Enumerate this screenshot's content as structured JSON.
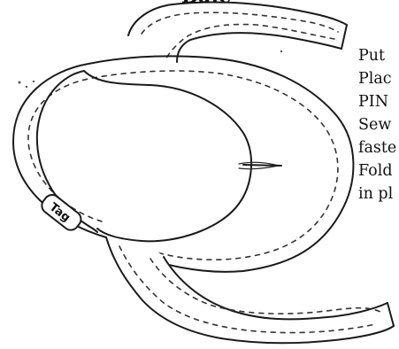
{
  "header_fragment": "Ba:e",
  "tag_label": "Tag",
  "instructions": [
    "Put",
    "Plac",
    "PIN",
    "Sew",
    "faste",
    "Fold",
    "in pl"
  ]
}
